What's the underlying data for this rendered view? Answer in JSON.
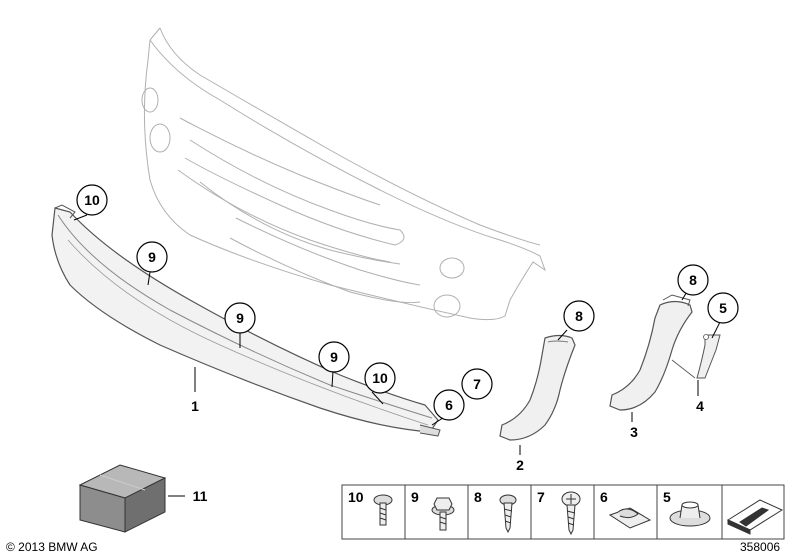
{
  "callouts": {
    "c10a": "10",
    "c9a": "9",
    "c9b": "9",
    "c9c": "9",
    "c10b": "10",
    "c6": "6",
    "c7": "7",
    "c8a": "8",
    "c8b": "8",
    "c5": "5"
  },
  "part_labels": {
    "p1": "1",
    "p2": "2",
    "p3": "3",
    "p4": "4",
    "p11": "11"
  },
  "fasteners": [
    "10",
    "9",
    "8",
    "7",
    "6",
    "5"
  ],
  "footer": {
    "copyright": "© 2013 BMW AG",
    "diagram_id": "358006"
  }
}
